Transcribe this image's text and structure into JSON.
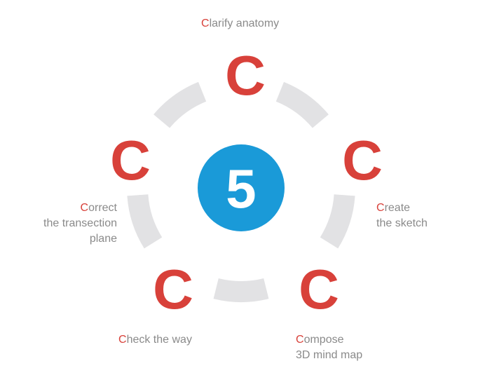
{
  "center": {
    "number": "5",
    "circle_color": "#1a9ad8",
    "number_color": "#ffffff"
  },
  "ring_color": "#e2e2e4",
  "letter_color": "#d8413a",
  "label_color": "#8a8a8a",
  "steps": [
    {
      "letter": "C",
      "label_initial": "C",
      "label_rest_line1": "larify anatomy",
      "label_line2": "",
      "label_line3": ""
    },
    {
      "letter": "C",
      "label_initial": "C",
      "label_rest_line1": "reate",
      "label_line2": "the sketch",
      "label_line3": ""
    },
    {
      "letter": "C",
      "label_initial": "C",
      "label_rest_line1": "ompose",
      "label_line2": "3D mind map",
      "label_line3": ""
    },
    {
      "letter": "C",
      "label_initial": "C",
      "label_rest_line1": "heck the way",
      "label_line2": "",
      "label_line3": ""
    },
    {
      "letter": "C",
      "label_initial": "C",
      "label_rest_line1": "orrect",
      "label_line2": "the transection",
      "label_line3": "plane"
    }
  ]
}
